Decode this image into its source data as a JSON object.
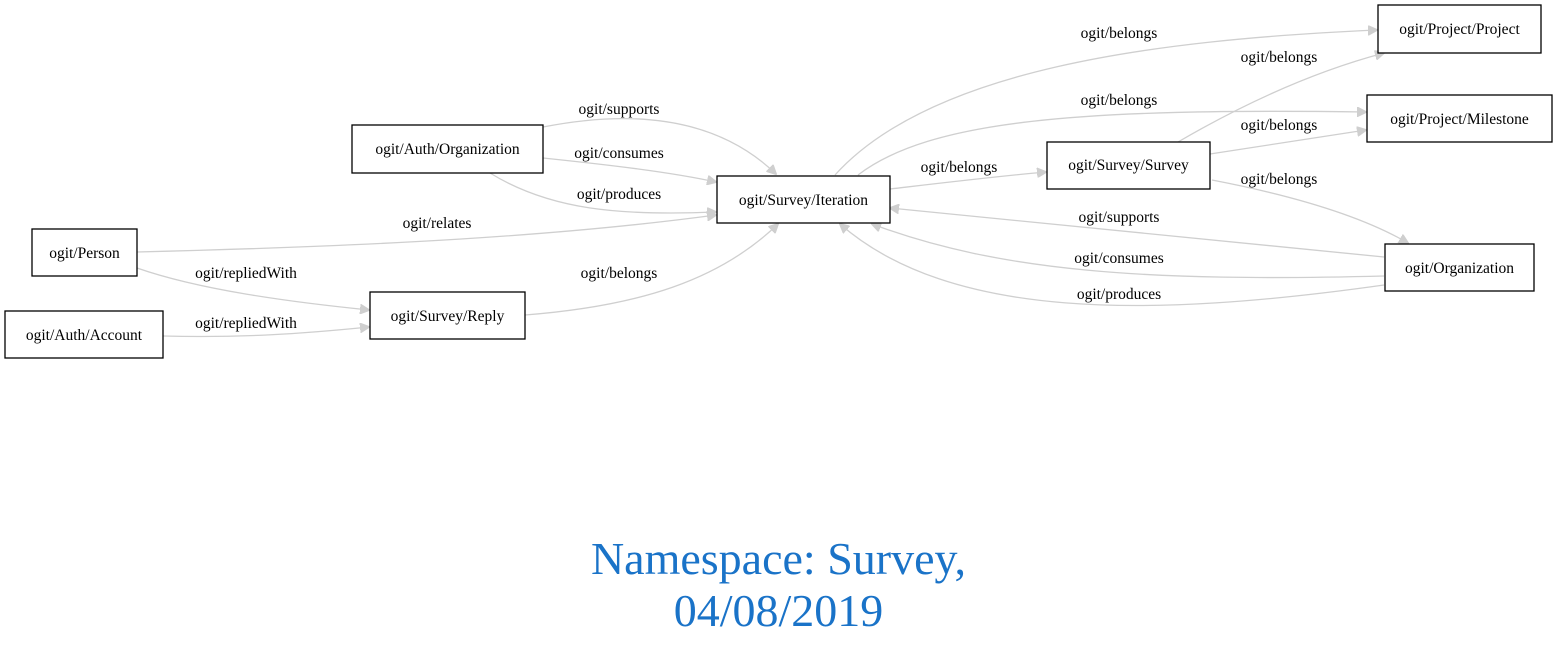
{
  "diagram": {
    "nodes": [
      {
        "id": "person",
        "label": "ogit/Person"
      },
      {
        "id": "account",
        "label": "ogit/Auth/Account"
      },
      {
        "id": "authorg",
        "label": "ogit/Auth/Organization"
      },
      {
        "id": "reply",
        "label": "ogit/Survey/Reply"
      },
      {
        "id": "iteration",
        "label": "ogit/Survey/Iteration"
      },
      {
        "id": "survey",
        "label": "ogit/Survey/Survey"
      },
      {
        "id": "project",
        "label": "ogit/Project/Project"
      },
      {
        "id": "milestone",
        "label": "ogit/Project/Milestone"
      },
      {
        "id": "org",
        "label": "ogit/Organization"
      }
    ],
    "edges": [
      {
        "from": "iteration",
        "to": "project",
        "label": "ogit/belongs"
      },
      {
        "from": "survey",
        "to": "project",
        "label": "ogit/belongs"
      },
      {
        "from": "iteration",
        "to": "milestone",
        "label": "ogit/belongs"
      },
      {
        "from": "survey",
        "to": "milestone",
        "label": "ogit/belongs"
      },
      {
        "from": "authorg",
        "to": "iteration",
        "label": "ogit/supports"
      },
      {
        "from": "authorg",
        "to": "iteration",
        "label": "ogit/consumes"
      },
      {
        "from": "iteration",
        "to": "survey",
        "label": "ogit/belongs"
      },
      {
        "from": "authorg",
        "to": "iteration",
        "label": "ogit/produces"
      },
      {
        "from": "survey",
        "to": "org",
        "label": "ogit/belongs"
      },
      {
        "from": "org",
        "to": "iteration",
        "label": "ogit/supports"
      },
      {
        "from": "person",
        "to": "iteration",
        "label": "ogit/relates"
      },
      {
        "from": "org",
        "to": "iteration",
        "label": "ogit/consumes"
      },
      {
        "from": "person",
        "to": "reply",
        "label": "ogit/repliedWith"
      },
      {
        "from": "reply",
        "to": "iteration",
        "label": "ogit/belongs"
      },
      {
        "from": "org",
        "to": "iteration",
        "label": "ogit/produces"
      },
      {
        "from": "account",
        "to": "reply",
        "label": "ogit/repliedWith"
      }
    ]
  },
  "title": {
    "line1": "Namespace: Survey,",
    "line2": "04/08/2019"
  },
  "colors": {
    "edge": "#cfcfcf",
    "title": "#1a73c8",
    "node_border": "#000000"
  }
}
